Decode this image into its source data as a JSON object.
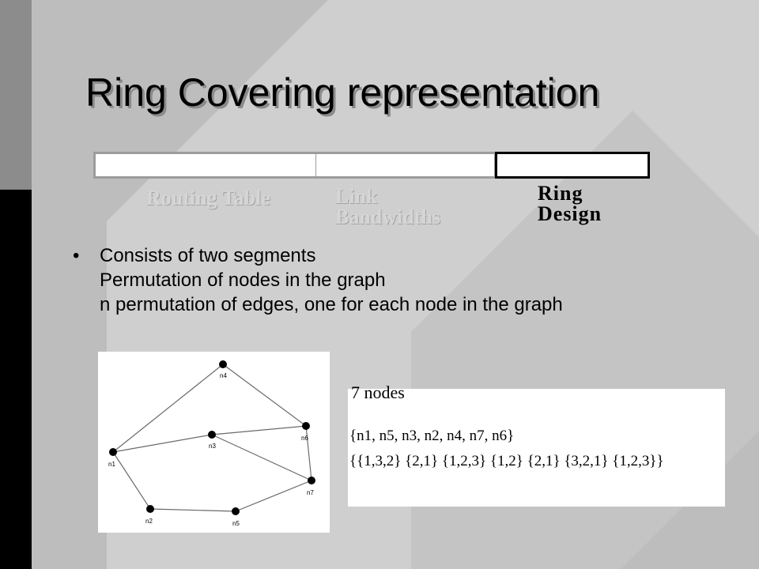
{
  "slide": {
    "title": "Ring Covering representation",
    "segments": [
      {
        "label_lines": [
          "Routing Table"
        ]
      },
      {
        "label_lines": [
          "Link",
          "Bandwidths"
        ]
      },
      {
        "label_lines": [
          "Ring",
          "Design"
        ]
      }
    ],
    "bullet": {
      "symbol": "•",
      "lines": [
        "Consists of two segments",
        "Permutation of nodes in the graph",
        "n permutation of edges, one for each node in the graph"
      ]
    },
    "graph": {
      "nodes": [
        {
          "id": "n1",
          "label": "n1"
        },
        {
          "id": "n2",
          "label": "n2"
        },
        {
          "id": "n3",
          "label": "n3"
        },
        {
          "id": "n4",
          "label": "n4"
        },
        {
          "id": "n5",
          "label": "n5"
        },
        {
          "id": "n6",
          "label": "n6"
        },
        {
          "id": "n7",
          "label": "n7"
        }
      ]
    },
    "encoding": {
      "title": "7 nodes",
      "node_permutation": "{n1, n5, n3, n2, n4, n7, n6}",
      "edge_permutations": "{{1,3,2} {2,1} {1,2,3} {1,2} {2,1} {3,2,1} {1,2,3}}"
    }
  }
}
